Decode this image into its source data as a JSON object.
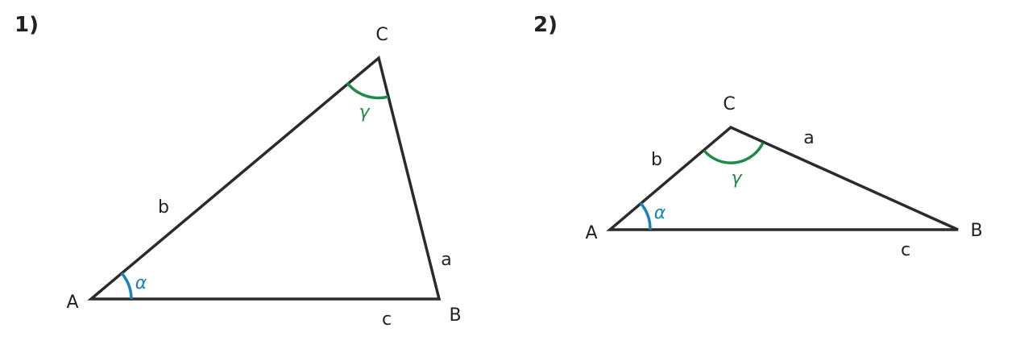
{
  "colors": {
    "edge": "#2b2b2b",
    "alpha": "#1a84b4",
    "gamma": "#1e8a4a",
    "text": "#222222"
  },
  "figures": [
    {
      "number": "1)",
      "vertices": {
        "A": "A",
        "B": "B",
        "C": "C"
      },
      "sides": {
        "a": "a",
        "b": "b",
        "c": "c"
      },
      "angles": {
        "alpha": "α",
        "gamma": "γ"
      }
    },
    {
      "number": "2)",
      "vertices": {
        "A": "A",
        "B": "B",
        "C": "C"
      },
      "sides": {
        "a": "a",
        "b": "b",
        "c": "c"
      },
      "angles": {
        "alpha": "α",
        "gamma": "γ"
      }
    }
  ]
}
